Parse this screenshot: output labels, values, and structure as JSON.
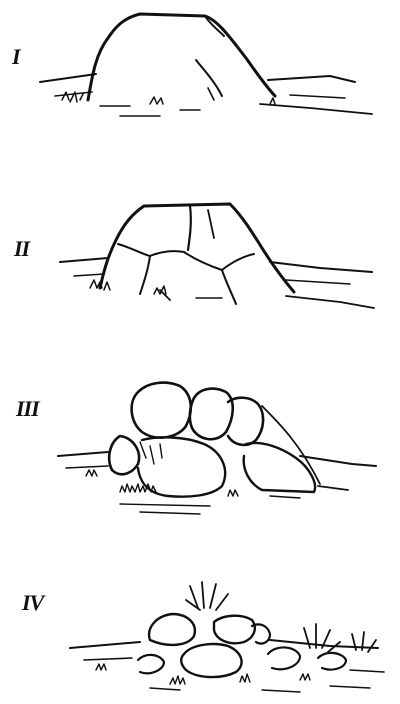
{
  "stages": [
    {
      "id": "stage-1",
      "label": "I"
    },
    {
      "id": "stage-2",
      "label": "II"
    },
    {
      "id": "stage-3",
      "label": "III"
    },
    {
      "id": "stage-4",
      "label": "IV"
    }
  ],
  "colors": {
    "ink": "#111111",
    "background": "#ffffff"
  },
  "icons": [
    "boulder-whole",
    "boulder-fractured",
    "boulder-rounded-blocks",
    "boulder-rubble-with-grass"
  ]
}
